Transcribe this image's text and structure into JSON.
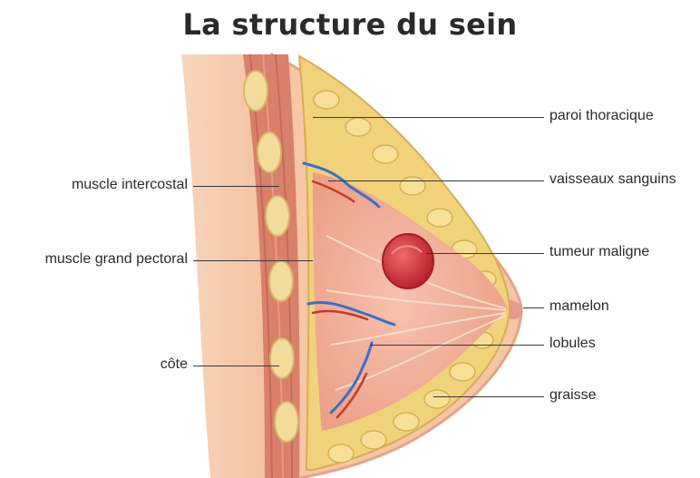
{
  "title": "La structure du sein",
  "labels_left": {
    "intercostal": "muscle intercostal",
    "pectoral": "muscle grand pectoral",
    "rib": "côte"
  },
  "labels_right": {
    "chest_wall": "paroi thoracique",
    "vessels": "vaisseaux sanguins",
    "tumor": "tumeur maligne",
    "nipple": "mamelon",
    "lobules": "lobules",
    "fat": "graisse"
  },
  "colors": {
    "skin": "#f6c9a8",
    "skin_edge": "#e7a98a",
    "muscle": "#d9806a",
    "rib": "#f1dc9a",
    "fat": "#f0d27a",
    "gland": "#f2b3a0",
    "tumor": "#d3343c",
    "vein": "#3a6fc4",
    "artery": "#c43a2a"
  }
}
